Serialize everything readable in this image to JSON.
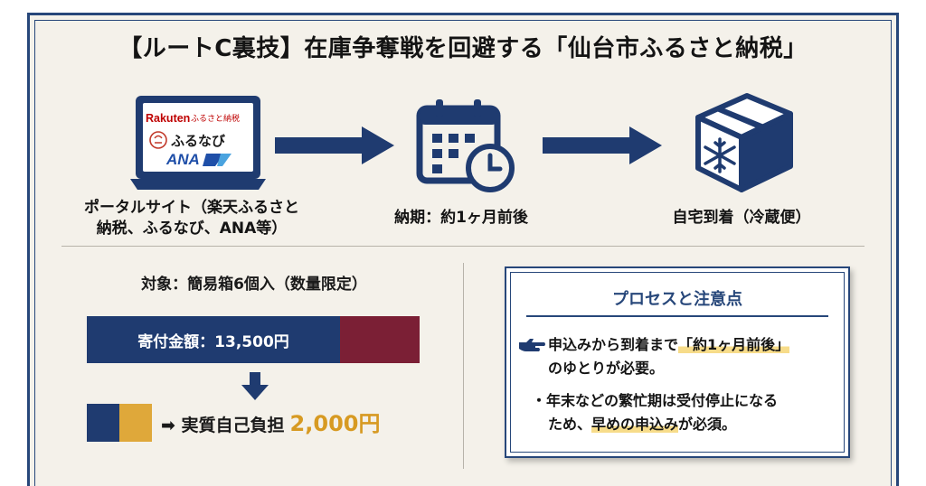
{
  "title": "【ルートC裏技】在庫争奪戦を回避する「仙台市ふるさと納税」",
  "laptop": {
    "logos": [
      "Rakuten",
      "ふるさと納税",
      "ふるなび",
      "ANA"
    ]
  },
  "steps": {
    "portal_line1": "ポータルサイト（楽天ふるさと",
    "portal_line2": "納税、ふるなび、ANA等）",
    "lead_time": "納期：約1ヶ月前後",
    "delivery": "自宅到着（冷蔵便）"
  },
  "target": "対象：簡易箱6個入（数量限定）",
  "donation_bar": "寄付金額：13,500円",
  "net_burden": {
    "label": "➡ 実質自己負担",
    "amount": "2,000円"
  },
  "notes_box": {
    "title": "プロセスと注意点",
    "note1_pre": "申込みから到着まで",
    "note1_highlight": "「約1ヶ月前後」",
    "note1_post": "のゆとりが必要。",
    "note2_pre": "・年末などの繁忙期は受付停止になる",
    "note2_mid1": "ため、",
    "note2_highlight": "早めの申込み",
    "note2_post": "が必須。"
  },
  "colors": {
    "navy": "#1f3b70",
    "wine": "#7b1f35",
    "gold": "#dfa83a",
    "background": "#f4f1ea"
  }
}
